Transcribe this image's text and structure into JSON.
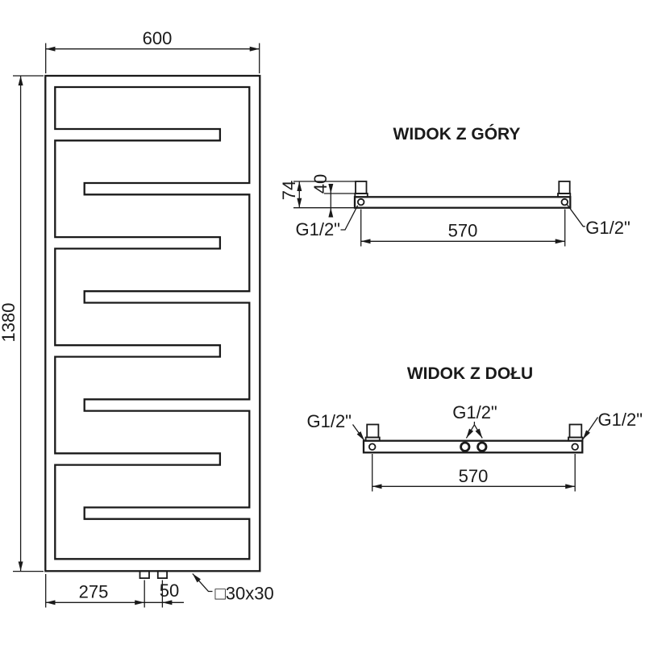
{
  "drawing": {
    "background": "#ffffff",
    "line_color": "#1a1a1a",
    "front_view": {
      "dim_width": "600",
      "dim_height": "1380",
      "dim_bottom_offset": "275",
      "dim_stub_spacing": "50",
      "label_profile": "□30x30"
    },
    "top_view": {
      "title": "WIDOK Z GÓRY",
      "dim_depth_total": "74",
      "dim_depth_tube": "40",
      "dim_connection_spacing": "570",
      "label_thread_left": "G1/2\"",
      "label_thread_right": "G1/2\""
    },
    "bottom_view": {
      "title": "WIDOK Z DOŁU",
      "dim_connection_spacing": "570",
      "label_thread_left": "G1/2\"",
      "label_thread_center": "G1/2\"",
      "label_thread_right": "G1/2\""
    }
  }
}
